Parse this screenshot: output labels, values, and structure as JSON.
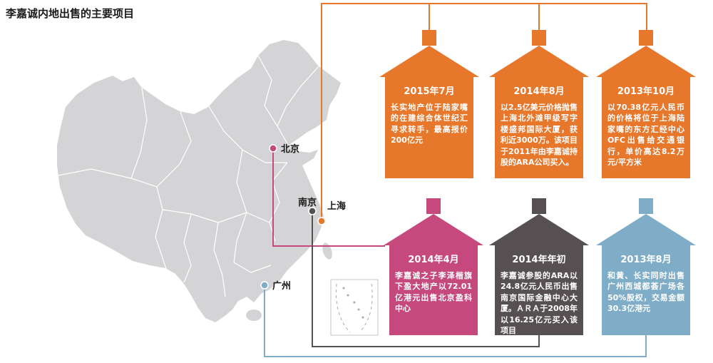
{
  "title": "李嘉诚内地出售的主要项目",
  "colors": {
    "orange": "#e6772b",
    "pink": "#c5497d",
    "dark": "#575052",
    "blue": "#7fadc7",
    "map_fill": "#d4d4d6",
    "label_text": "#1a1a1a"
  },
  "map": {
    "cities": [
      {
        "name": "北京",
        "color": "#c5497d"
      },
      {
        "name": "南京",
        "color": "#575052"
      },
      {
        "name": "上海",
        "color": "#e6772b"
      },
      {
        "name": "广州",
        "color": "#7fadc7"
      }
    ],
    "inset": {
      "name": "south-china-sea-inset"
    }
  },
  "houses": [
    {
      "date": "2015年7月",
      "city": "上海",
      "color": "#e6772b",
      "text": "长实地产位于陆家嘴的在建综合体世纪汇寻求转手，最高报价200亿元"
    },
    {
      "date": "2014年8月",
      "city": "上海",
      "color": "#e6772b",
      "text": "以2.5亿美元价格抛售上海北外滩甲级写字楼盛邦国际大厦，获利近3000万。该项目于2011年由李嘉诚持股的ARA公司买入。"
    },
    {
      "date": "2013年10月",
      "city": "上海",
      "color": "#e6772b",
      "text": "以70.38亿元人民币的价格将位于上海陆家嘴的东方汇经中心OFC出售给交通银行，单价高达8.2万元/平方米"
    },
    {
      "date": "2014年4月",
      "city": "北京",
      "color": "#c5497d",
      "text": "李嘉诚之子李泽楷旗下盈大地产以72.01亿港元出售北京盈科中心"
    },
    {
      "date": "2014年年初",
      "city": "南京",
      "color": "#575052",
      "text": "李嘉诚参股的ARA以24.8亿元人民币出售南京国际金融中心大厦。ＡＲＡ于2008年以16.25亿元买入该项目"
    },
    {
      "date": "2013年8月",
      "city": "广州",
      "color": "#7fadc7",
      "text": "和黄、长实同时出售广州西城都荟广场各50%股权，交易金额30.3亿港元"
    }
  ]
}
